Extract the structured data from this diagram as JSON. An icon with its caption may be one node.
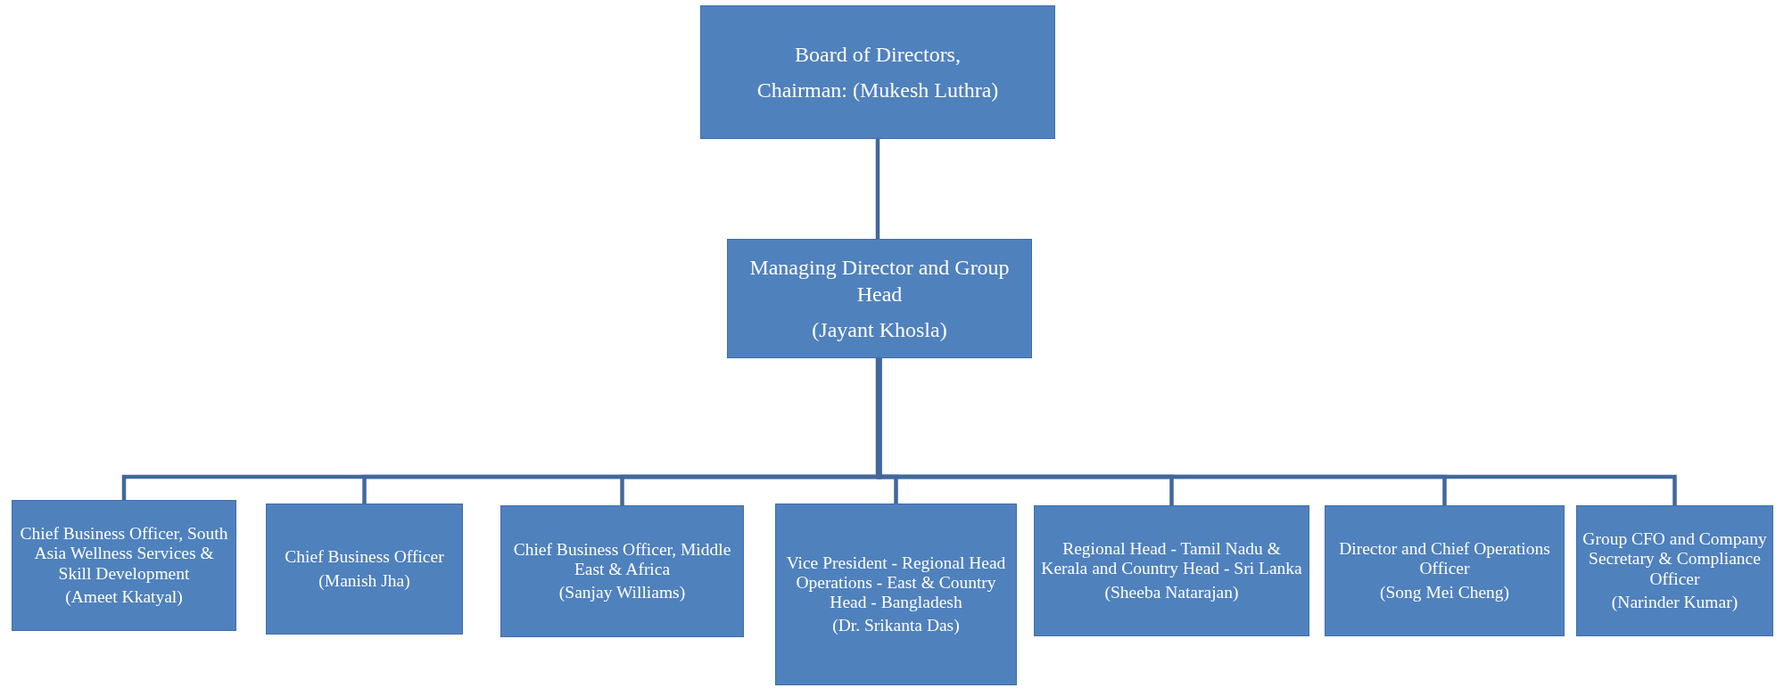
{
  "diagram": {
    "nodes": [
      {
        "text": [
          "Board of Directors,",
          "Chairman: (Mukesh Luthra)"
        ]
      },
      {
        "text": [
          "Managing Director and Group Head",
          "(Jayant Khosla)"
        ]
      },
      {
        "text": [
          "Chief Business Officer, South Asia Wellness Services & Skill Development",
          "(Ameet Kkatyal)"
        ]
      },
      {
        "text": [
          "Chief Business Officer",
          "(Manish Jha)"
        ]
      },
      {
        "text": [
          "Chief Business Officer, Middle East & Africa",
          "(Sanjay Williams)"
        ]
      },
      {
        "text": [
          "Vice President - Regional Head Operations - East & Country Head - Bangladesh",
          "(Dr. Srikanta Das)"
        ]
      },
      {
        "text": [
          "Regional Head - Tamil Nadu & Kerala and Country Head - Sri Lanka",
          "(Sheeba Natarajan)"
        ]
      },
      {
        "text": [
          "Director and Chief Operations Officer",
          "(Song Mei Cheng)"
        ]
      },
      {
        "text": [
          "Group CFO and Company Secretary & Compliance Officer",
          "(Narinder Kumar)"
        ]
      }
    ],
    "edges": [
      {
        "from": 0,
        "to": 1,
        "arrow": "none"
      },
      {
        "from": 1,
        "to": 2,
        "arrow": "none"
      },
      {
        "from": 1,
        "to": 3,
        "arrow": "none"
      },
      {
        "from": 1,
        "to": 4,
        "arrow": "none"
      },
      {
        "from": 1,
        "to": 5,
        "arrow": "none"
      },
      {
        "from": 1,
        "to": 6,
        "arrow": "none"
      },
      {
        "from": 1,
        "to": 7,
        "arrow": "none"
      },
      {
        "from": 1,
        "to": 8,
        "arrow": "none"
      }
    ]
  }
}
